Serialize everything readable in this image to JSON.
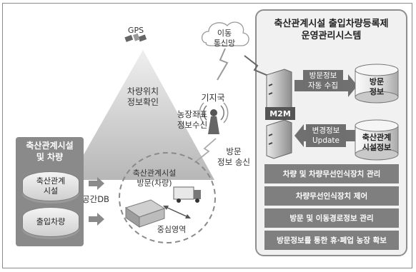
{
  "gps": {
    "label": "GPS"
  },
  "cloud": {
    "label": "이동\n통신망"
  },
  "triangle": {
    "label": "차량위치\n정보확인"
  },
  "tower": {
    "label": "기지국"
  },
  "coord": {
    "label": "농장좌표\n정보수신"
  },
  "send": {
    "label": "방문\n정보 송신"
  },
  "left_panel": {
    "title": "축산관계시설\n및 차량",
    "disks": [
      "축산관계\n시설",
      "출입차량"
    ]
  },
  "spatial_db": {
    "label": "공간DB"
  },
  "circle": {
    "label": "축산관계시설\n방문(차량)",
    "zone_label": "중심영역"
  },
  "right_panel": {
    "title": "축산관계시설 출입차량등록제\n운영관리시스템",
    "collect": "방문정보\n자동 수집",
    "visit_db": "방문\n정보",
    "m2m": "M2M",
    "update": "변경정보\nUpdate",
    "facility_db": "축산관계\n시설정보",
    "functions": [
      "차량 및 차량무선인식장치 관리",
      "차량무선인식장치 제어",
      "방문 및 이동경로정보 관리",
      "방문정보를 통한 휴·폐업 농장 확보"
    ]
  },
  "colors": {
    "panel_gray": "#8a8a8a",
    "bar_gray": "#7f7f7f",
    "triangle_gray": "#c9c9c9"
  }
}
